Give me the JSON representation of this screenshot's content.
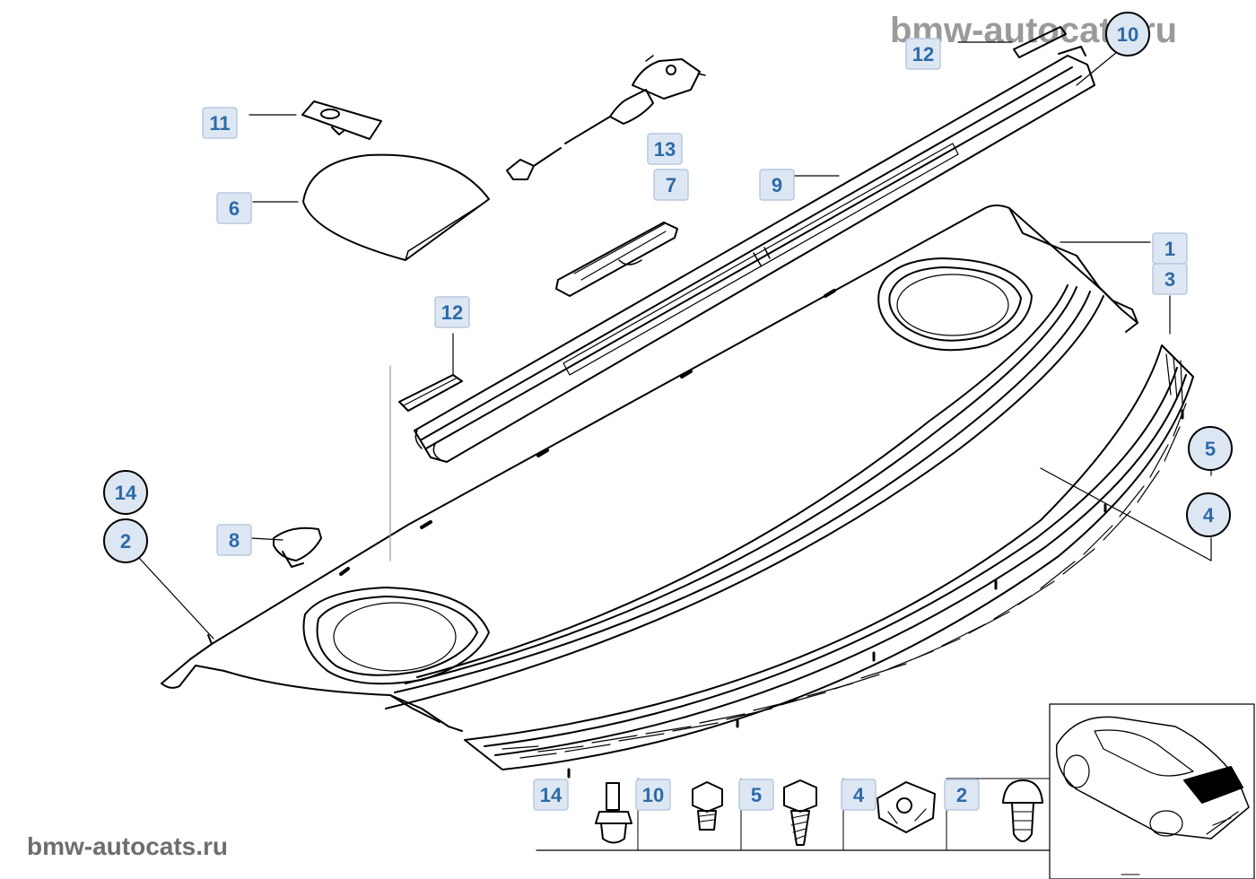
{
  "watermark_top": "bmw-autocats.ru",
  "watermark_bottom": "bmw-autocats.ru",
  "callouts": {
    "c1": "1",
    "c2": "2",
    "c3": "3",
    "c4": "4",
    "c5": "5",
    "c6": "6",
    "c7": "7",
    "c8": "8",
    "c9": "9",
    "c10": "10",
    "c11": "11",
    "c12a": "12",
    "c12b": "12",
    "c13": "13",
    "c14": "14"
  },
  "hardware": {
    "h14": "14",
    "h10": "10",
    "h5": "5",
    "h4": "4",
    "h2": "2"
  }
}
